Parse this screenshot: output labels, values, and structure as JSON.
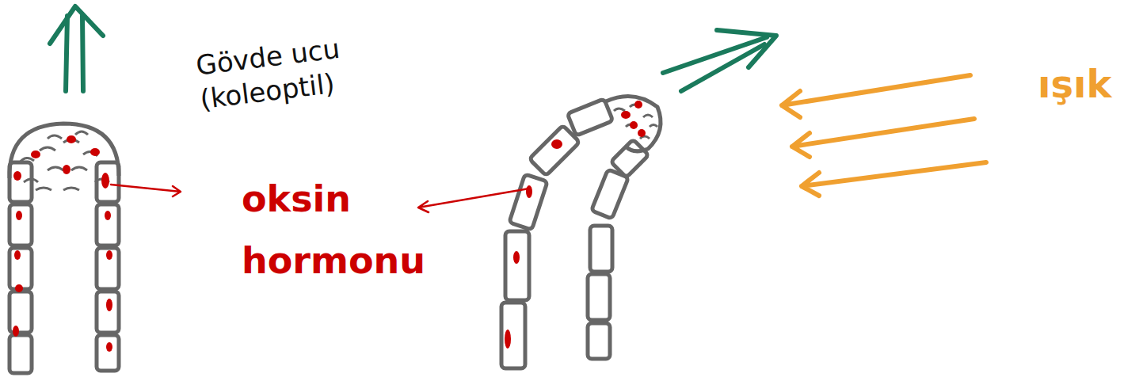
{
  "diagram": {
    "labels": [
      "Gövde ucu (koleoptil)",
      "oksin hormonu",
      "ışık"
    ]
  }
}
